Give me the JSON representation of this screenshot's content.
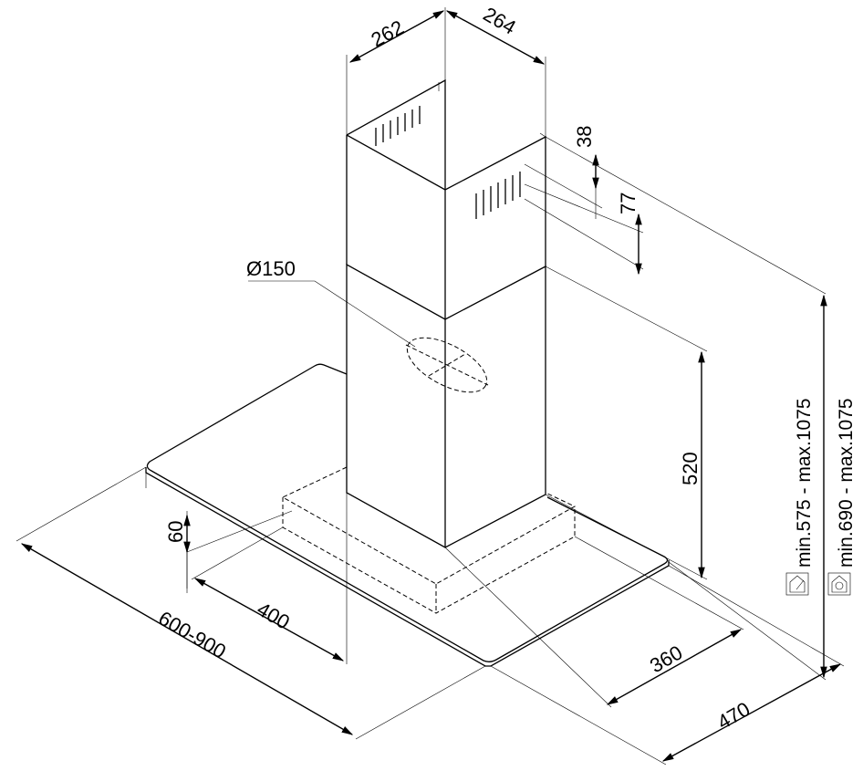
{
  "dimensions": {
    "chimney_width_left": "262",
    "chimney_width_right": "264",
    "vent_offset_top": "38",
    "vent_height": "77",
    "outlet_diameter": "Ø150",
    "lower_chimney_height": "520",
    "glass_thickness": "60",
    "chimney_offset": "400",
    "hood_width": "600-900",
    "chimney_depth": "360",
    "hood_depth": "470"
  },
  "height_ranges": [
    {
      "mode": "extraction",
      "icon": "house-extraction-icon",
      "label": "min.575 - max.1075"
    },
    {
      "mode": "recirculation",
      "icon": "house-recirculation-icon",
      "label": "min.690 - max.1075"
    }
  ]
}
